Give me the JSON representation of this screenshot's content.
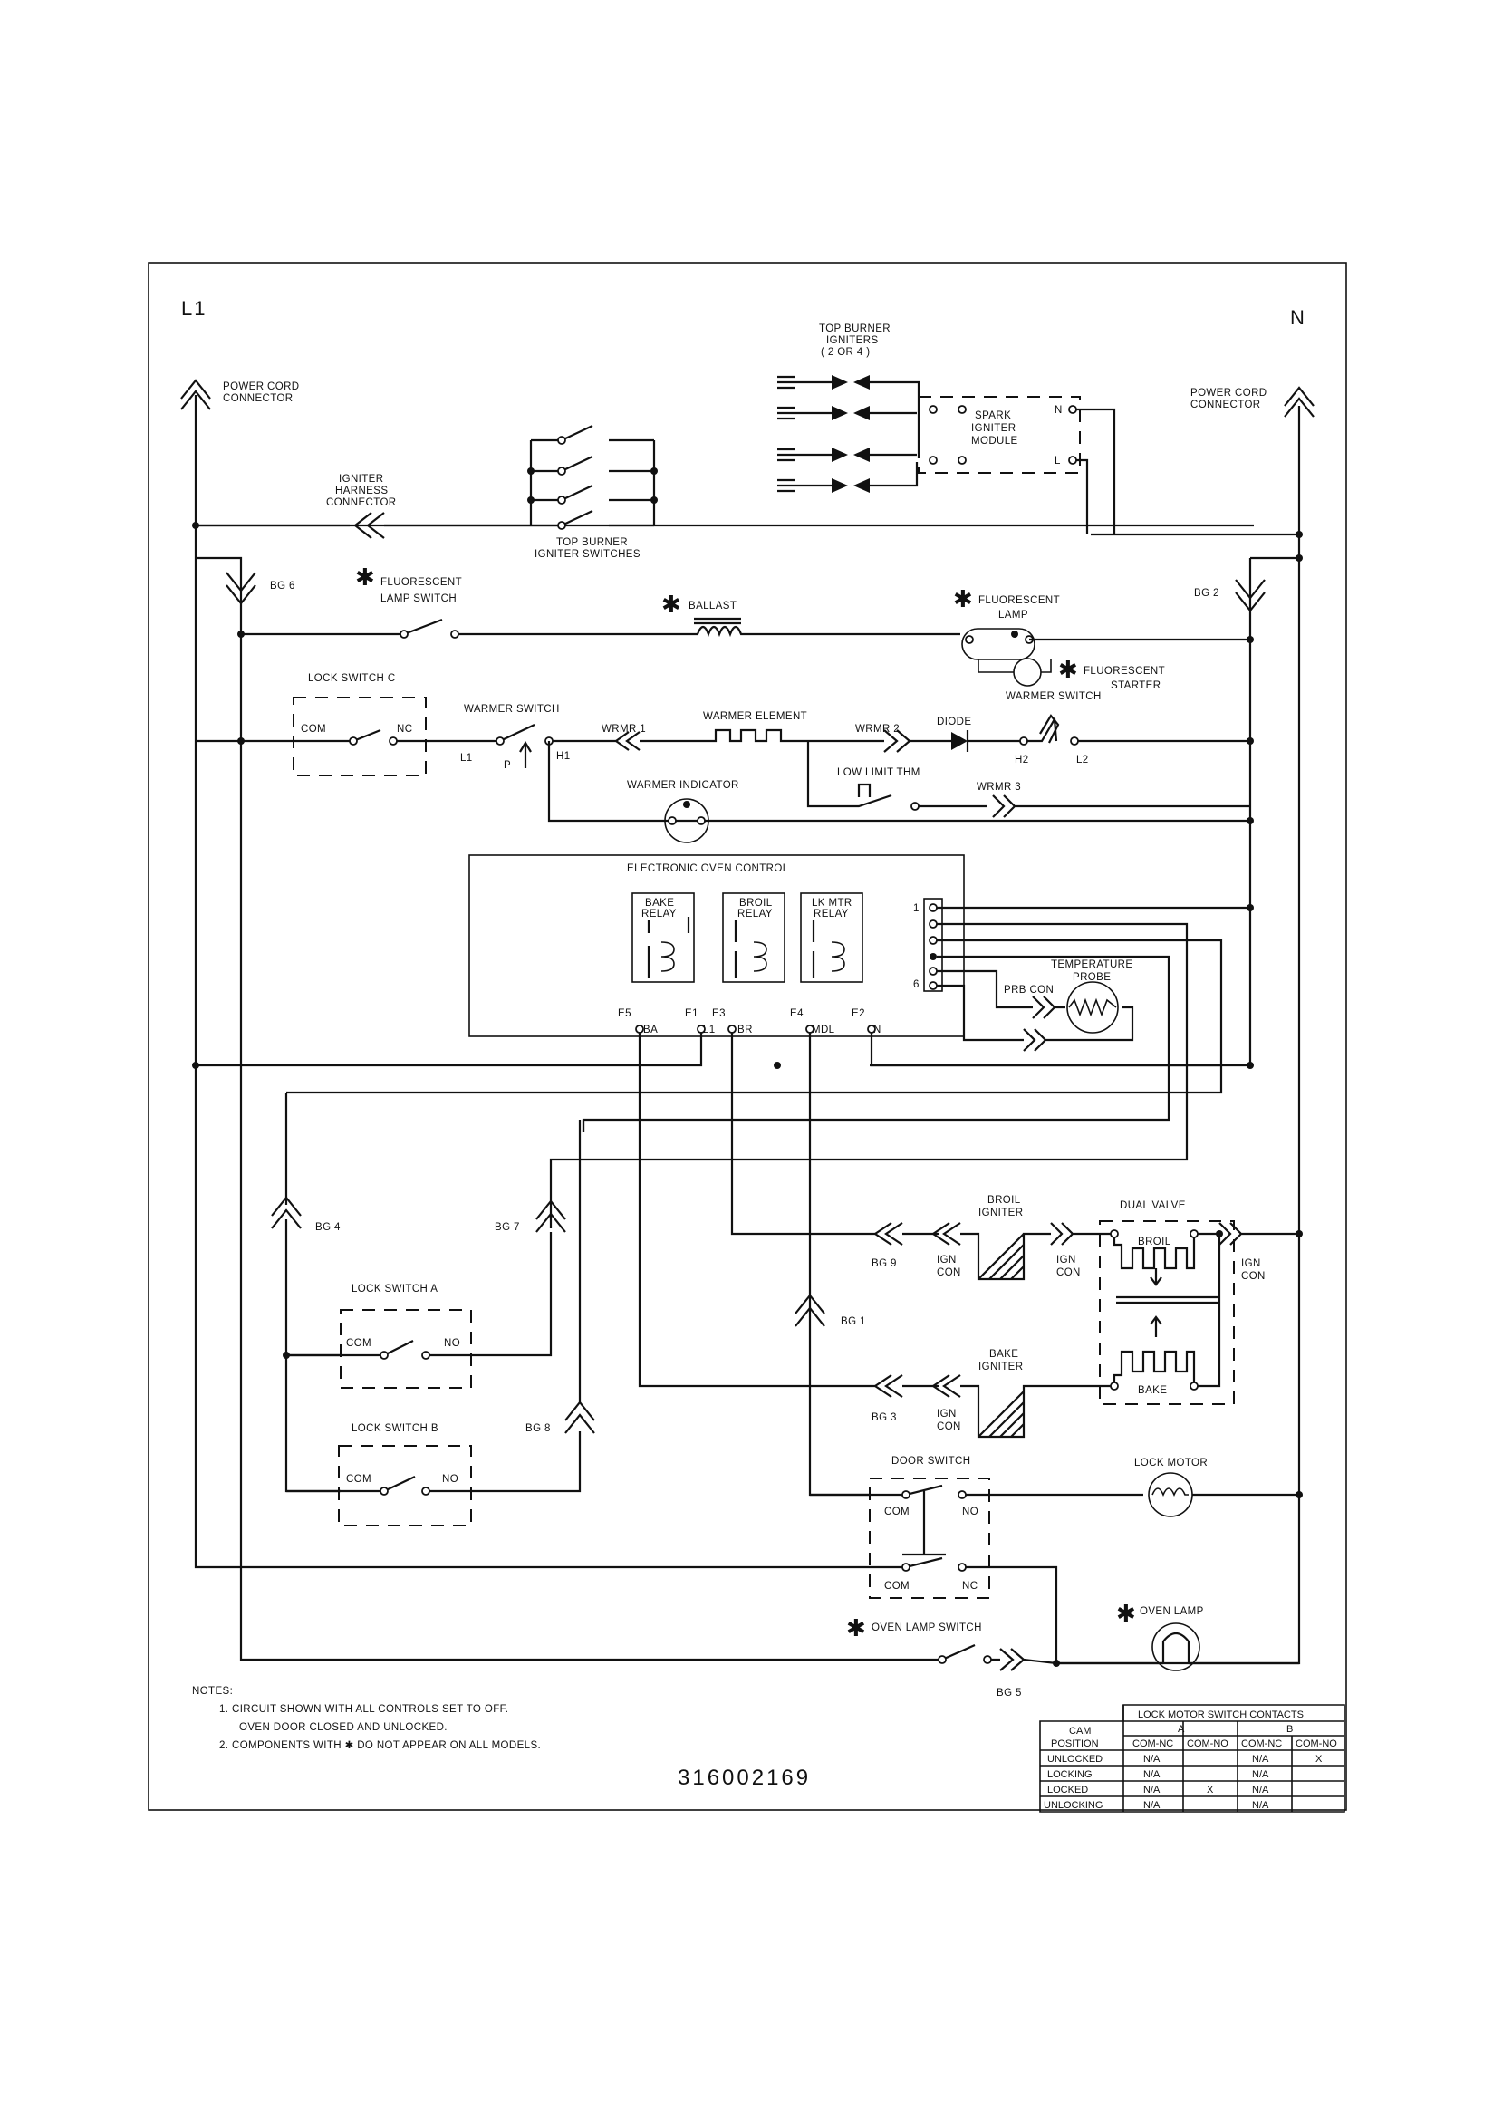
{
  "diagram": {
    "rails": {
      "left": "L1",
      "right": "N"
    },
    "labels": {
      "power_cord_left": [
        "POWER CORD",
        "CONNECTOR"
      ],
      "power_cord_right": [
        "POWER CORD",
        "CONNECTOR"
      ],
      "top_burner_igniters": [
        "TOP BURNER",
        "IGNITERS",
        "( 2 OR 4 )"
      ],
      "spark_module": [
        "SPARK",
        "IGNITER",
        "MODULE"
      ],
      "spark_n": "N",
      "spark_l": "L",
      "igniter_harness": [
        "IGNITER",
        "HARNESS",
        "CONNECTOR"
      ],
      "top_burner_switches": [
        "TOP BURNER",
        "IGNITER SWITCHES"
      ],
      "bg6": "BG 6",
      "bg2": "BG 2",
      "fluor_lamp_switch": [
        "FLUORESCENT",
        "LAMP SWITCH"
      ],
      "ballast": "BALLAST",
      "fluor_lamp": [
        "FLUORESCENT",
        "LAMP"
      ],
      "fluor_starter": [
        "FLUORESCENT",
        "STARTER"
      ],
      "lock_switch_c": "LOCK SWITCH C",
      "com": "COM",
      "nc": "NC",
      "no": "NO",
      "warmer_switch_left": "WARMER SWITCH",
      "l1_small": "L1",
      "p_small": "P",
      "h1": "H1",
      "vrmr1": "WRMR 1",
      "warmer_element": "WARMER ELEMENT",
      "vrmr2": "WRMR 2",
      "diode": "DIODE",
      "warmer_switch_right": "WARMER SWITCH",
      "h2": "H2",
      "l2": "L2",
      "low_limit": "LOW LIMIT THM",
      "vrmr3": "WRMR 3",
      "warmer_indicator": "WARMER INDICATOR",
      "eoc": "ELECTRONIC OVEN CONTROL",
      "bake_relay": [
        "BAKE",
        "RELAY"
      ],
      "broil_relay": [
        "BROIL",
        "RELAY"
      ],
      "lk_mtr_relay": [
        "LK MTR",
        "RELAY"
      ],
      "pin1": "1",
      "pin6": "6",
      "prb_con": "PRB CON",
      "temp_probe": [
        "TEMPERATURE",
        "PROBE"
      ],
      "e5": "E5",
      "e1": "E1",
      "e3": "E3",
      "e4": "E4",
      "e2": "E2",
      "ba": "BA",
      "l1_term": "L1",
      "br": "BR",
      "mdl": "MDL",
      "n_term": "N",
      "bg4": "BG 4",
      "bg7": "BG 7",
      "bg1": "BG 1",
      "bg8": "BG 8",
      "bg9": "BG 9",
      "bg3": "BG 3",
      "bg5": "BG 5",
      "broil_igniter": [
        "BROIL",
        "IGNITER"
      ],
      "bake_igniter": [
        "BAKE",
        "IGNITER"
      ],
      "ign_con": [
        "IGN",
        "CON"
      ],
      "dual_valve": "DUAL VALVE",
      "broil": "BROIL",
      "bake": "BAKE",
      "lock_switch_a": "LOCK SWITCH A",
      "lock_switch_b": "LOCK SWITCH B",
      "door_switch": "DOOR SWITCH",
      "lock_motor": "LOCK MOTOR",
      "oven_lamp": "OVEN LAMP",
      "oven_lamp_switch": "OVEN LAMP SWITCH"
    },
    "star": "✱",
    "notes": {
      "heading": "NOTES:",
      "n1a": "1.  CIRCUIT SHOWN WITH ALL CONTROLS SET TO OFF.",
      "n1b": "OVEN DOOR CLOSED AND UNLOCKED.",
      "n2": "2.  COMPONENTS WITH ✱ DO NOT APPEAR ON ALL MODELS."
    },
    "part_number": "316002169",
    "contacts_table": {
      "title": "LOCK MOTOR SWITCH CONTACTS",
      "cam_header": [
        "CAM",
        "POSITION"
      ],
      "group_a": "A",
      "group_b": "B",
      "columns": [
        "COM-NC",
        "COM-NO",
        "COM-NC",
        "COM-NO"
      ],
      "rows": [
        {
          "position": "UNLOCKED",
          "cells": [
            "N/A",
            "",
            "N/A",
            "X"
          ]
        },
        {
          "position": "LOCKING",
          "cells": [
            "N/A",
            "",
            "N/A",
            ""
          ]
        },
        {
          "position": "LOCKED",
          "cells": [
            "N/A",
            "X",
            "N/A",
            ""
          ]
        },
        {
          "position": "UNLOCKING",
          "cells": [
            "N/A",
            "",
            "N/A",
            ""
          ]
        }
      ]
    }
  }
}
